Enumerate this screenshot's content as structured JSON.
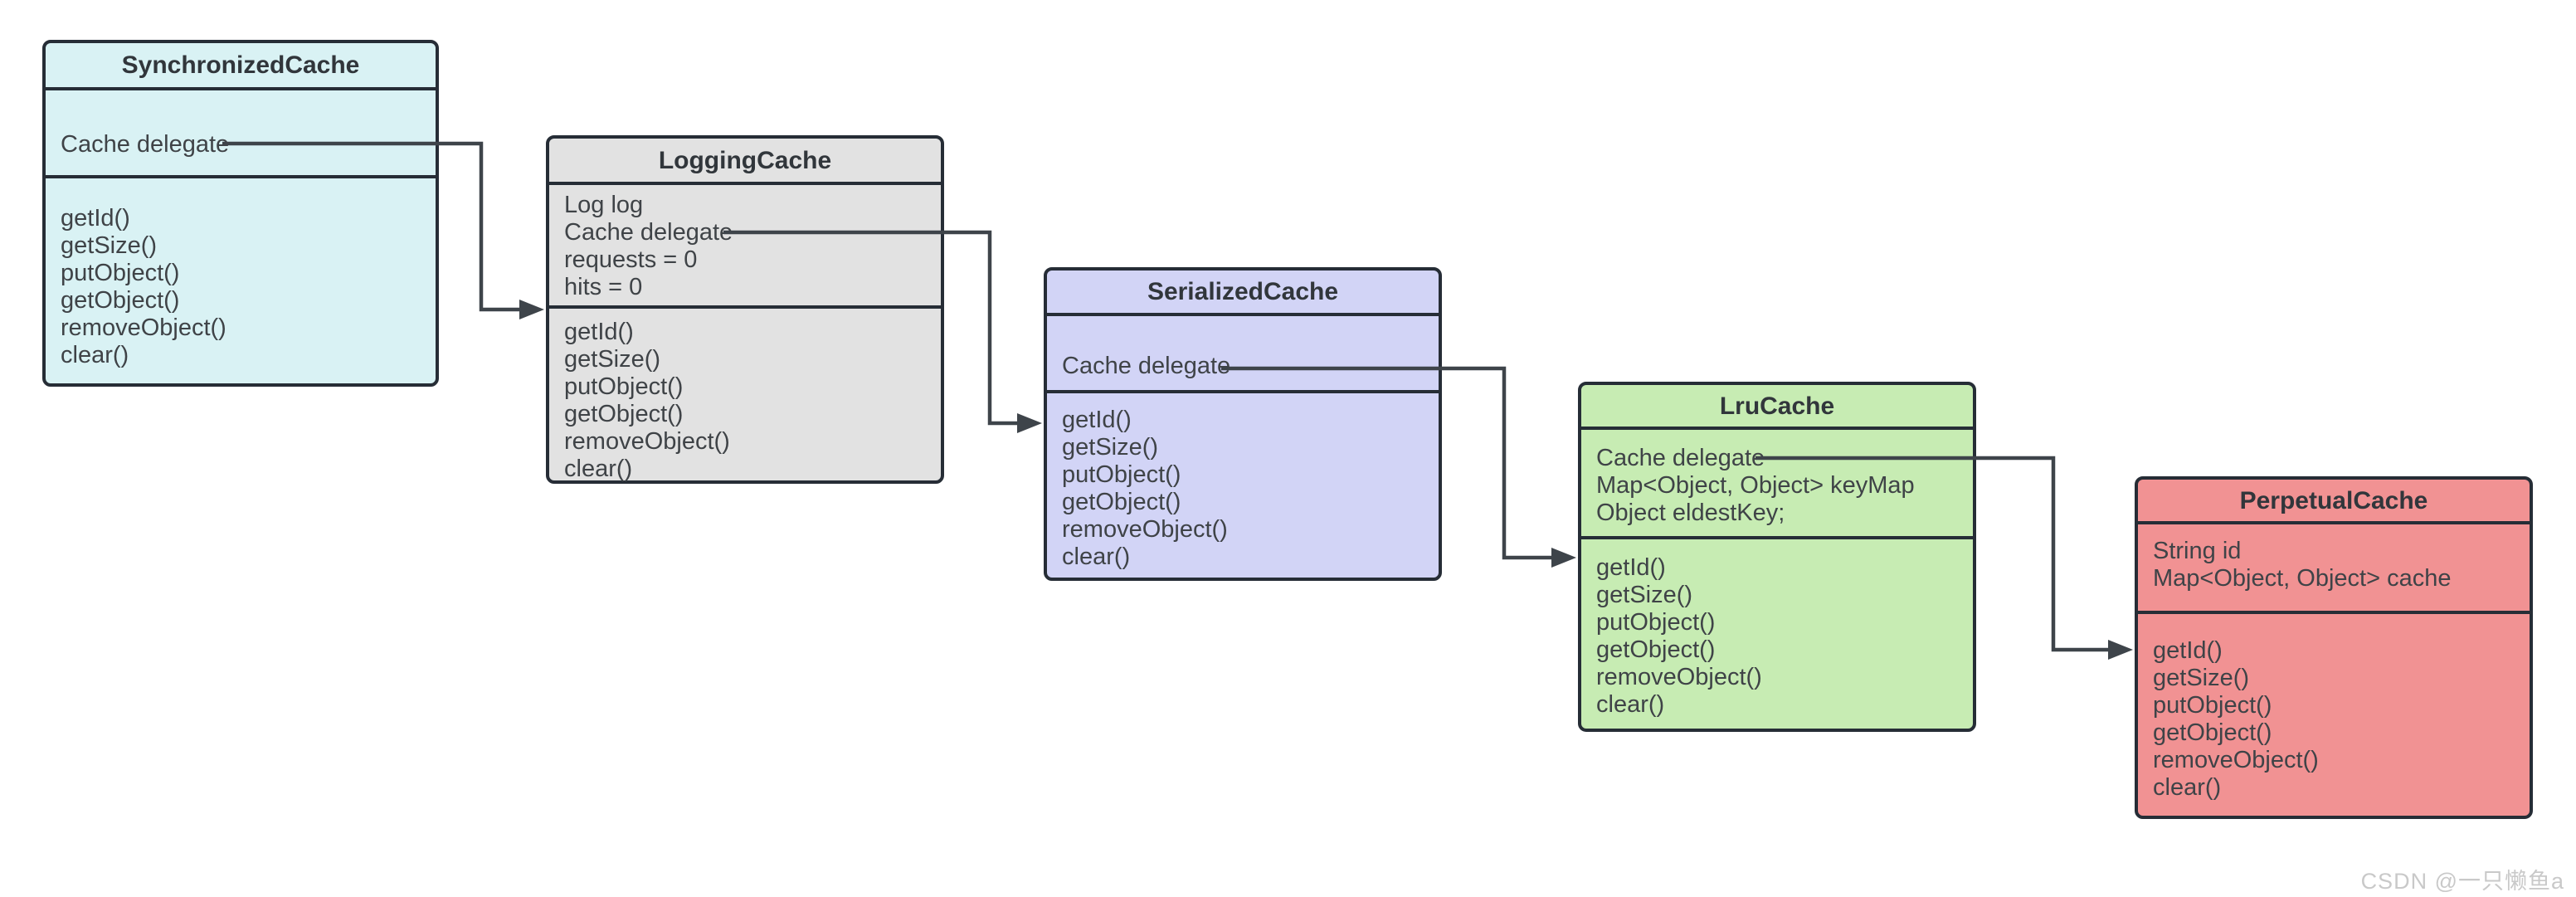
{
  "diagram": {
    "colors": {
      "background": "#ffffff",
      "border": "#262d36",
      "text": "#3f4347",
      "connector": "#3e444a",
      "watermark": "#c9c9c9"
    },
    "classes": [
      {
        "name": "SynchronizedCache",
        "fill": "#d9f2f4",
        "attributes": [
          "Cache delegate"
        ],
        "methods": [
          "getId()",
          "getSize()",
          "putObject()",
          "getObject()",
          "removeObject()",
          "clear()"
        ]
      },
      {
        "name": "LoggingCache",
        "fill": "#e2e2e2",
        "attributes": [
          "Log log",
          "Cache delegate",
          "requests = 0",
          "hits = 0"
        ],
        "methods": [
          "getId()",
          "getSize()",
          "putObject()",
          "getObject()",
          "removeObject()",
          "clear()"
        ]
      },
      {
        "name": "SerializedCache",
        "fill": "#d2d4f6",
        "attributes": [
          "Cache delegate"
        ],
        "methods": [
          "getId()",
          "getSize()",
          "putObject()",
          "getObject()",
          "removeObject()",
          "clear()"
        ]
      },
      {
        "name": "LruCache",
        "fill": "#c7ecb3",
        "attributes": [
          "Cache delegate",
          "Map<Object, Object> keyMap",
          "Object eldestKey;"
        ],
        "methods": [
          "getId()",
          "getSize()",
          "putObject()",
          "getObject()",
          "removeObject()",
          "clear()"
        ]
      },
      {
        "name": "PerpetualCache",
        "fill": "#f19293",
        "attributes": [
          "String id",
          "Map<Object, Object> cache"
        ],
        "methods": [
          "getId()",
          "getSize()",
          "putObject()",
          "getObject()",
          "removeObject()",
          "clear()"
        ]
      }
    ],
    "watermark": "CSDN @一只懒鱼a"
  }
}
